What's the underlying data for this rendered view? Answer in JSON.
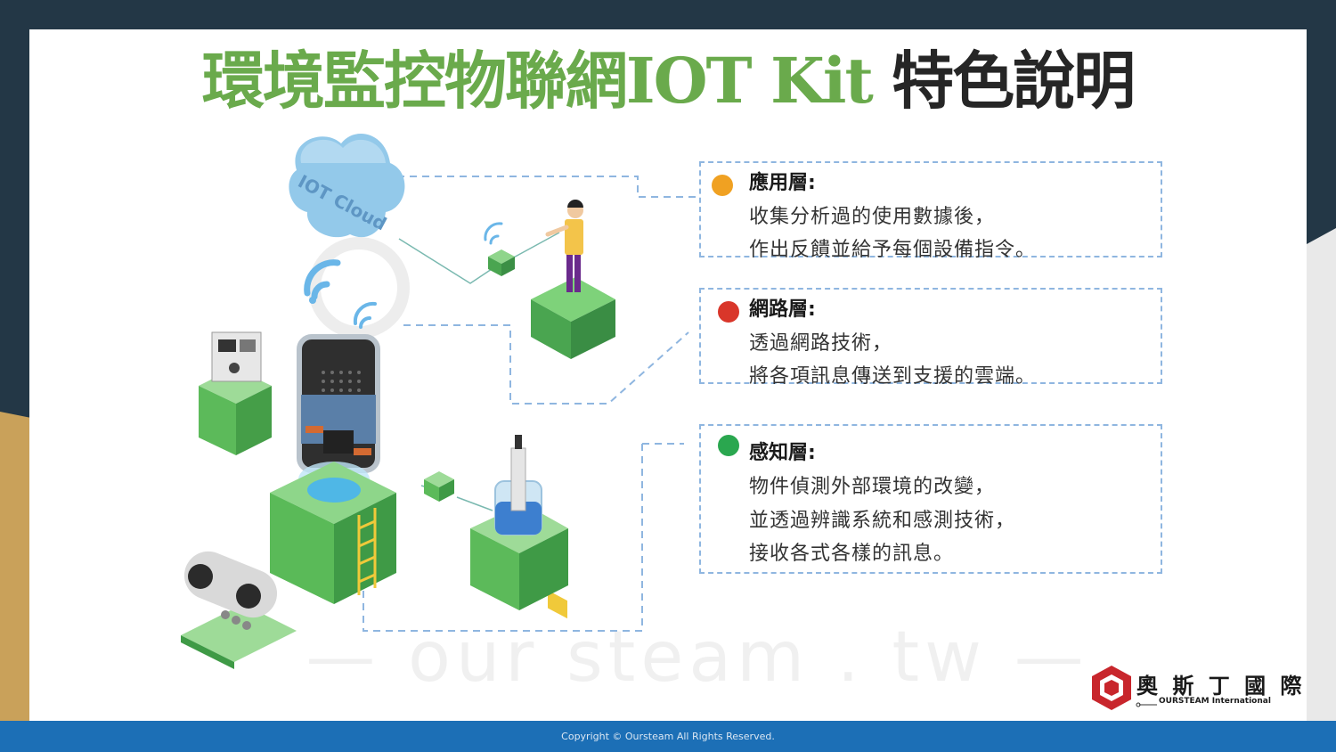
{
  "title": {
    "green": "環境監控物聯網IOT Kit",
    "dark": " 特色說明"
  },
  "watermark": "— our steam . tw —",
  "cloud_label": "IOT Cloud",
  "layers": [
    {
      "id": "application",
      "dot_color": "#f0a122",
      "label": "應用層:",
      "lines": [
        "收集分析過的使用數據後，",
        "作出反饋並給予每個設備指令。"
      ]
    },
    {
      "id": "network",
      "dot_color": "#d9362a",
      "label": "網路層:",
      "lines": [
        "透過網路技術，",
        "將各項訊息傳送到支援的雲端。"
      ]
    },
    {
      "id": "perception",
      "dot_color": "#2aa74f",
      "label": "感知層:",
      "lines": [
        "物件偵測外部環境的改變，",
        "並透過辨識系統和感測技術，",
        "接收各式各樣的訊息。"
      ]
    }
  ],
  "logo": {
    "chinese": "奧 斯 丁 國 際",
    "english": "OURSTEAM International"
  },
  "footer": "Copyright © Oursteam All Rights Reserved.",
  "colors": {
    "title_green": "#6aaa4c",
    "frame_dark": "#233746",
    "frame_gold": "#c9a15a",
    "footer_blue": "#1c6fb6",
    "dash_blue": "#8fb6e0",
    "cube_green": "#6cc36a"
  }
}
